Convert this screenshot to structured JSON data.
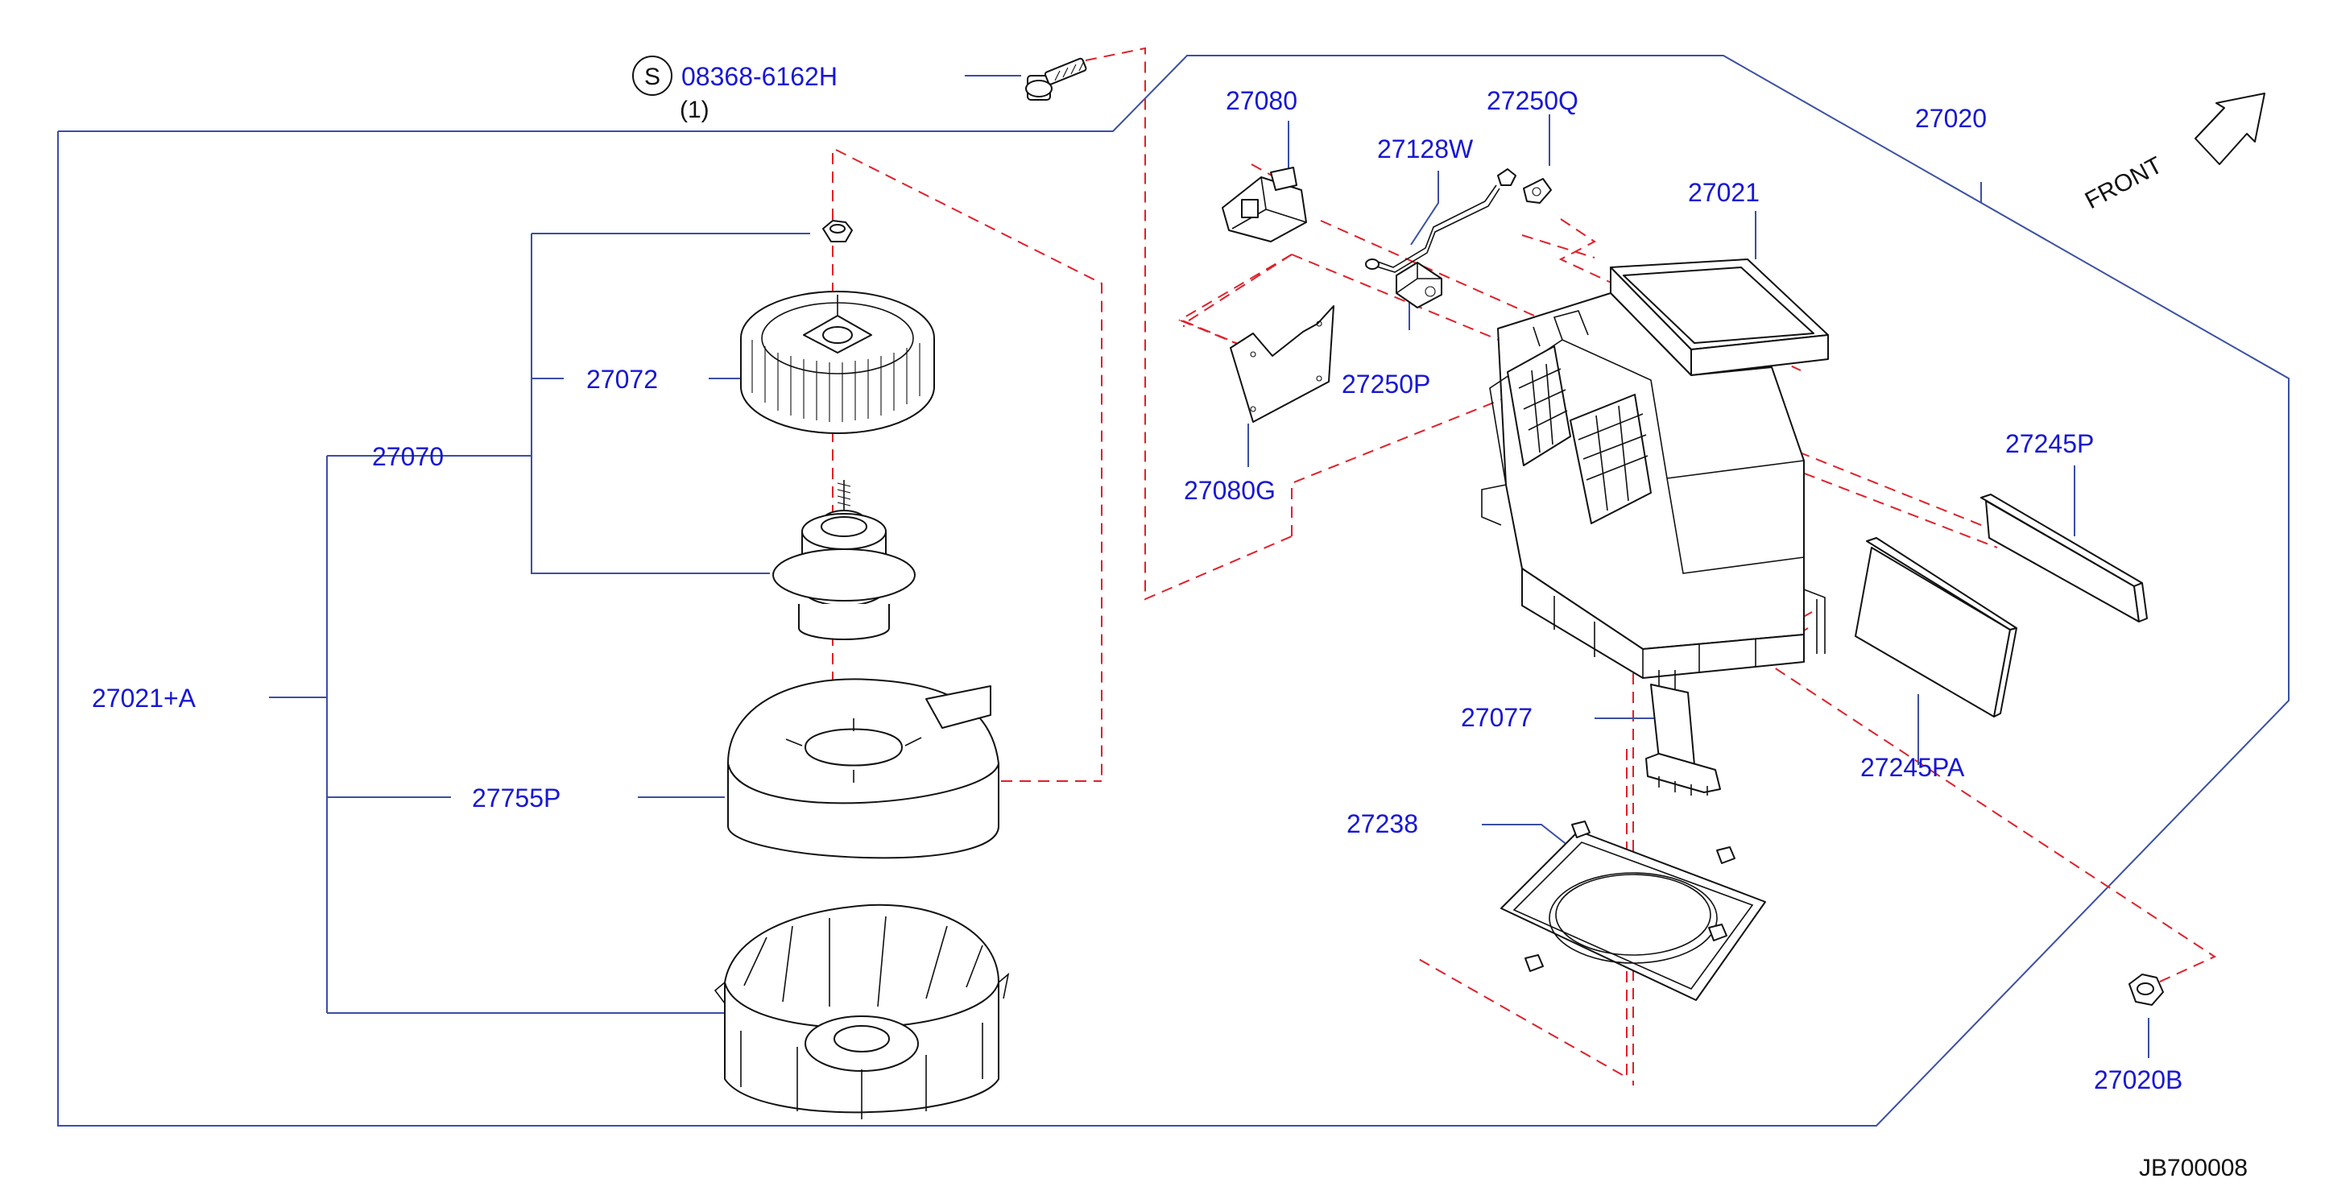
{
  "diagram": {
    "drawing_number": "JB700008",
    "orientation_label": "FRONT",
    "bolt_symbol": "S",
    "bolt_part_number": "08368-6162H",
    "bolt_quantity": "(1)",
    "part_numbers": {
      "p27021A": "27021+A",
      "p27070": "27070",
      "p27072": "27072",
      "p27755P": "27755P",
      "p27080": "27080",
      "p27080G": "27080G",
      "p27128W": "27128W",
      "p27250Q": "27250Q",
      "p27250P": "27250P",
      "p27021": "27021",
      "p27020": "27020",
      "p27245P": "27245P",
      "p27245PA": "27245PA",
      "p27077": "27077",
      "p27238": "27238",
      "p27020B": "27020B"
    }
  },
  "colors": {
    "part_number_text": "#1717d6",
    "frame_line": "#3a4fa6",
    "dashed_guide": "#e0202a",
    "drawing_line": "#111111"
  }
}
